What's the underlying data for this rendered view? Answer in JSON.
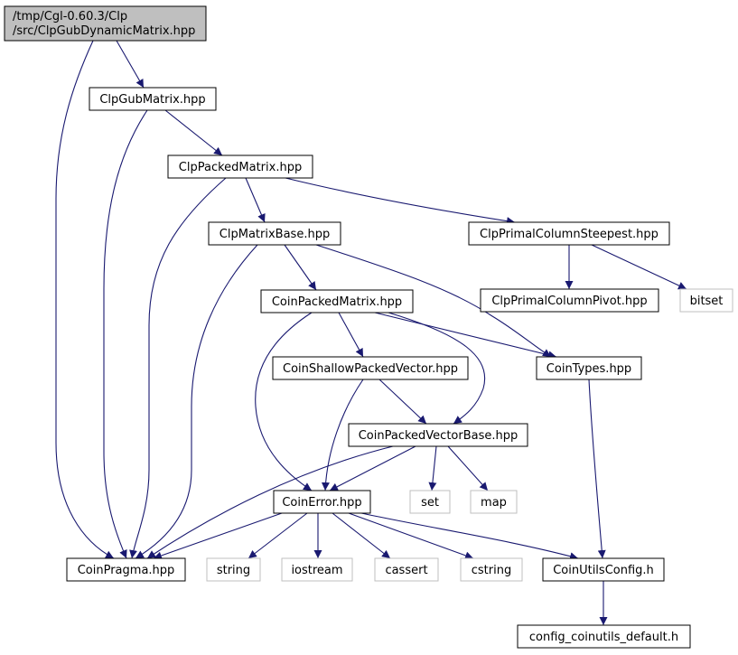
{
  "colors": {
    "edge": "#191970",
    "box_border": "#000000",
    "system_border": "#bfbfbf",
    "root_fill": "#bfbfbf",
    "node_fill": "#ffffff",
    "text": "#000000"
  },
  "nodes": [
    {
      "id": "root",
      "lines": [
        "/tmp/Cgl-0.60.3/Clp",
        "/src/ClpGubDynamicMatrix.hpp"
      ],
      "kind": "root"
    },
    {
      "id": "clpgubmatrix",
      "lines": [
        "ClpGubMatrix.hpp"
      ],
      "kind": "header"
    },
    {
      "id": "clppackedmatrix",
      "lines": [
        "ClpPackedMatrix.hpp"
      ],
      "kind": "header"
    },
    {
      "id": "clpmatrixbase",
      "lines": [
        "ClpMatrixBase.hpp"
      ],
      "kind": "header"
    },
    {
      "id": "clpprimalcolumnsteepest",
      "lines": [
        "ClpPrimalColumnSteepest.hpp"
      ],
      "kind": "header"
    },
    {
      "id": "coinpackedmatrix",
      "lines": [
        "CoinPackedMatrix.hpp"
      ],
      "kind": "header"
    },
    {
      "id": "clpprimalcolumnpivot",
      "lines": [
        "ClpPrimalColumnPivot.hpp"
      ],
      "kind": "header"
    },
    {
      "id": "bitset",
      "lines": [
        "bitset"
      ],
      "kind": "system"
    },
    {
      "id": "coinshallowpackedvector",
      "lines": [
        "CoinShallowPackedVector.hpp"
      ],
      "kind": "header"
    },
    {
      "id": "cointypes",
      "lines": [
        "CoinTypes.hpp"
      ],
      "kind": "header"
    },
    {
      "id": "coinpackedvectorbase",
      "lines": [
        "CoinPackedVectorBase.hpp"
      ],
      "kind": "header"
    },
    {
      "id": "set",
      "lines": [
        "set"
      ],
      "kind": "system"
    },
    {
      "id": "map",
      "lines": [
        "map"
      ],
      "kind": "system"
    },
    {
      "id": "coinerror",
      "lines": [
        "CoinError.hpp"
      ],
      "kind": "header"
    },
    {
      "id": "coinpragma",
      "lines": [
        "CoinPragma.hpp"
      ],
      "kind": "header"
    },
    {
      "id": "string",
      "lines": [
        "string"
      ],
      "kind": "system"
    },
    {
      "id": "iostream",
      "lines": [
        "iostream"
      ],
      "kind": "system"
    },
    {
      "id": "cassert",
      "lines": [
        "cassert"
      ],
      "kind": "system"
    },
    {
      "id": "cstring",
      "lines": [
        "cstring"
      ],
      "kind": "system"
    },
    {
      "id": "coinutilsconfig",
      "lines": [
        "CoinUtilsConfig.h"
      ],
      "kind": "header"
    },
    {
      "id": "config_coinutils_default",
      "lines": [
        "config_coinutils_default.h"
      ],
      "kind": "header"
    }
  ],
  "edges": [
    {
      "from": "root",
      "to": "clpgubmatrix"
    },
    {
      "from": "root",
      "to": "coinpragma"
    },
    {
      "from": "clpgubmatrix",
      "to": "clppackedmatrix"
    },
    {
      "from": "clpgubmatrix",
      "to": "coinpragma"
    },
    {
      "from": "clppackedmatrix",
      "to": "clpmatrixbase"
    },
    {
      "from": "clppackedmatrix",
      "to": "clpprimalcolumnsteepest"
    },
    {
      "from": "clppackedmatrix",
      "to": "coinpragma"
    },
    {
      "from": "clpmatrixbase",
      "to": "coinpackedmatrix"
    },
    {
      "from": "clpmatrixbase",
      "to": "cointypes"
    },
    {
      "from": "clpmatrixbase",
      "to": "coinpragma"
    },
    {
      "from": "clpprimalcolumnsteepest",
      "to": "clpprimalcolumnpivot"
    },
    {
      "from": "clpprimalcolumnsteepest",
      "to": "bitset"
    },
    {
      "from": "coinpackedmatrix",
      "to": "coinshallowpackedvector"
    },
    {
      "from": "coinpackedmatrix",
      "to": "cointypes"
    },
    {
      "from": "coinpackedmatrix",
      "to": "coinpackedvectorbase"
    },
    {
      "from": "coinpackedmatrix",
      "to": "coinerror"
    },
    {
      "from": "coinshallowpackedvector",
      "to": "coinpackedvectorbase"
    },
    {
      "from": "coinshallowpackedvector",
      "to": "coinerror"
    },
    {
      "from": "cointypes",
      "to": "coinutilsconfig"
    },
    {
      "from": "coinpackedvectorbase",
      "to": "set"
    },
    {
      "from": "coinpackedvectorbase",
      "to": "map"
    },
    {
      "from": "coinpackedvectorbase",
      "to": "coinerror"
    },
    {
      "from": "coinpackedvectorbase",
      "to": "coinpragma"
    },
    {
      "from": "coinerror",
      "to": "coinpragma"
    },
    {
      "from": "coinerror",
      "to": "string"
    },
    {
      "from": "coinerror",
      "to": "iostream"
    },
    {
      "from": "coinerror",
      "to": "cassert"
    },
    {
      "from": "coinerror",
      "to": "cstring"
    },
    {
      "from": "coinerror",
      "to": "coinutilsconfig"
    },
    {
      "from": "coinutilsconfig",
      "to": "config_coinutils_default"
    }
  ]
}
